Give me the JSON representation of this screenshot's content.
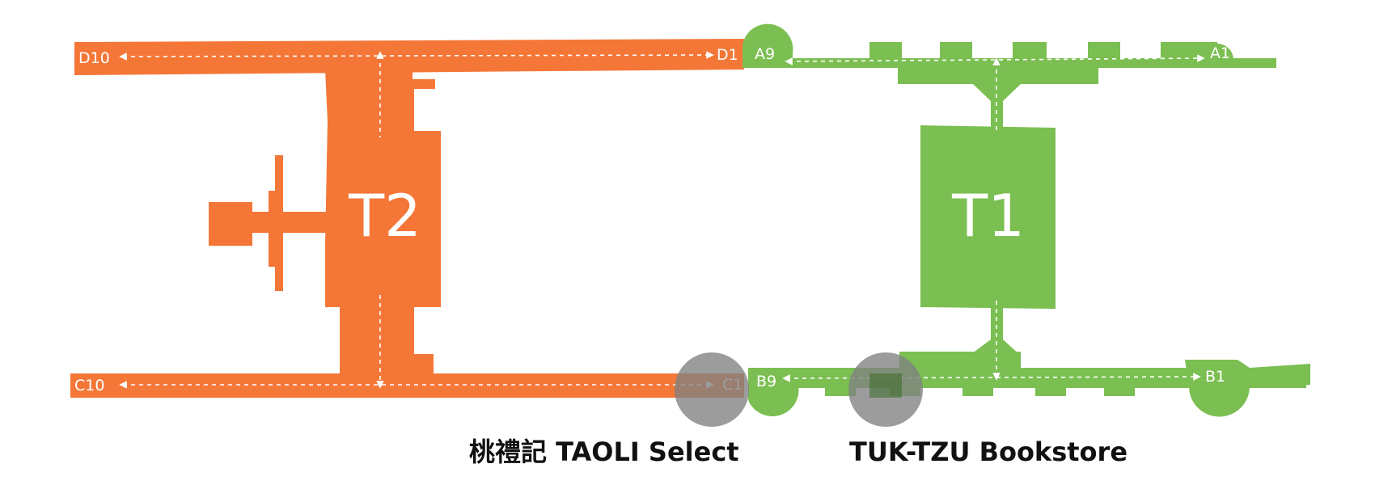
{
  "colors": {
    "terminal_2": "#F47738",
    "terminal_1": "#7BBF52",
    "marker": "#808080",
    "marker_inner": "#3a6b2a",
    "marker_inner_alt": "#a24f28"
  },
  "terminals": {
    "t2": "T2",
    "t1": "T1"
  },
  "gates": {
    "d10": "D10",
    "d1": "D1",
    "c10": "C10",
    "c1": "C1",
    "a9": "A9",
    "a1": "A1",
    "b9": "B9",
    "b1": "B1"
  },
  "stores": [
    {
      "name": "桃禮記 TAOLI Select"
    },
    {
      "name": "TUK-TZU Bookstore"
    }
  ]
}
